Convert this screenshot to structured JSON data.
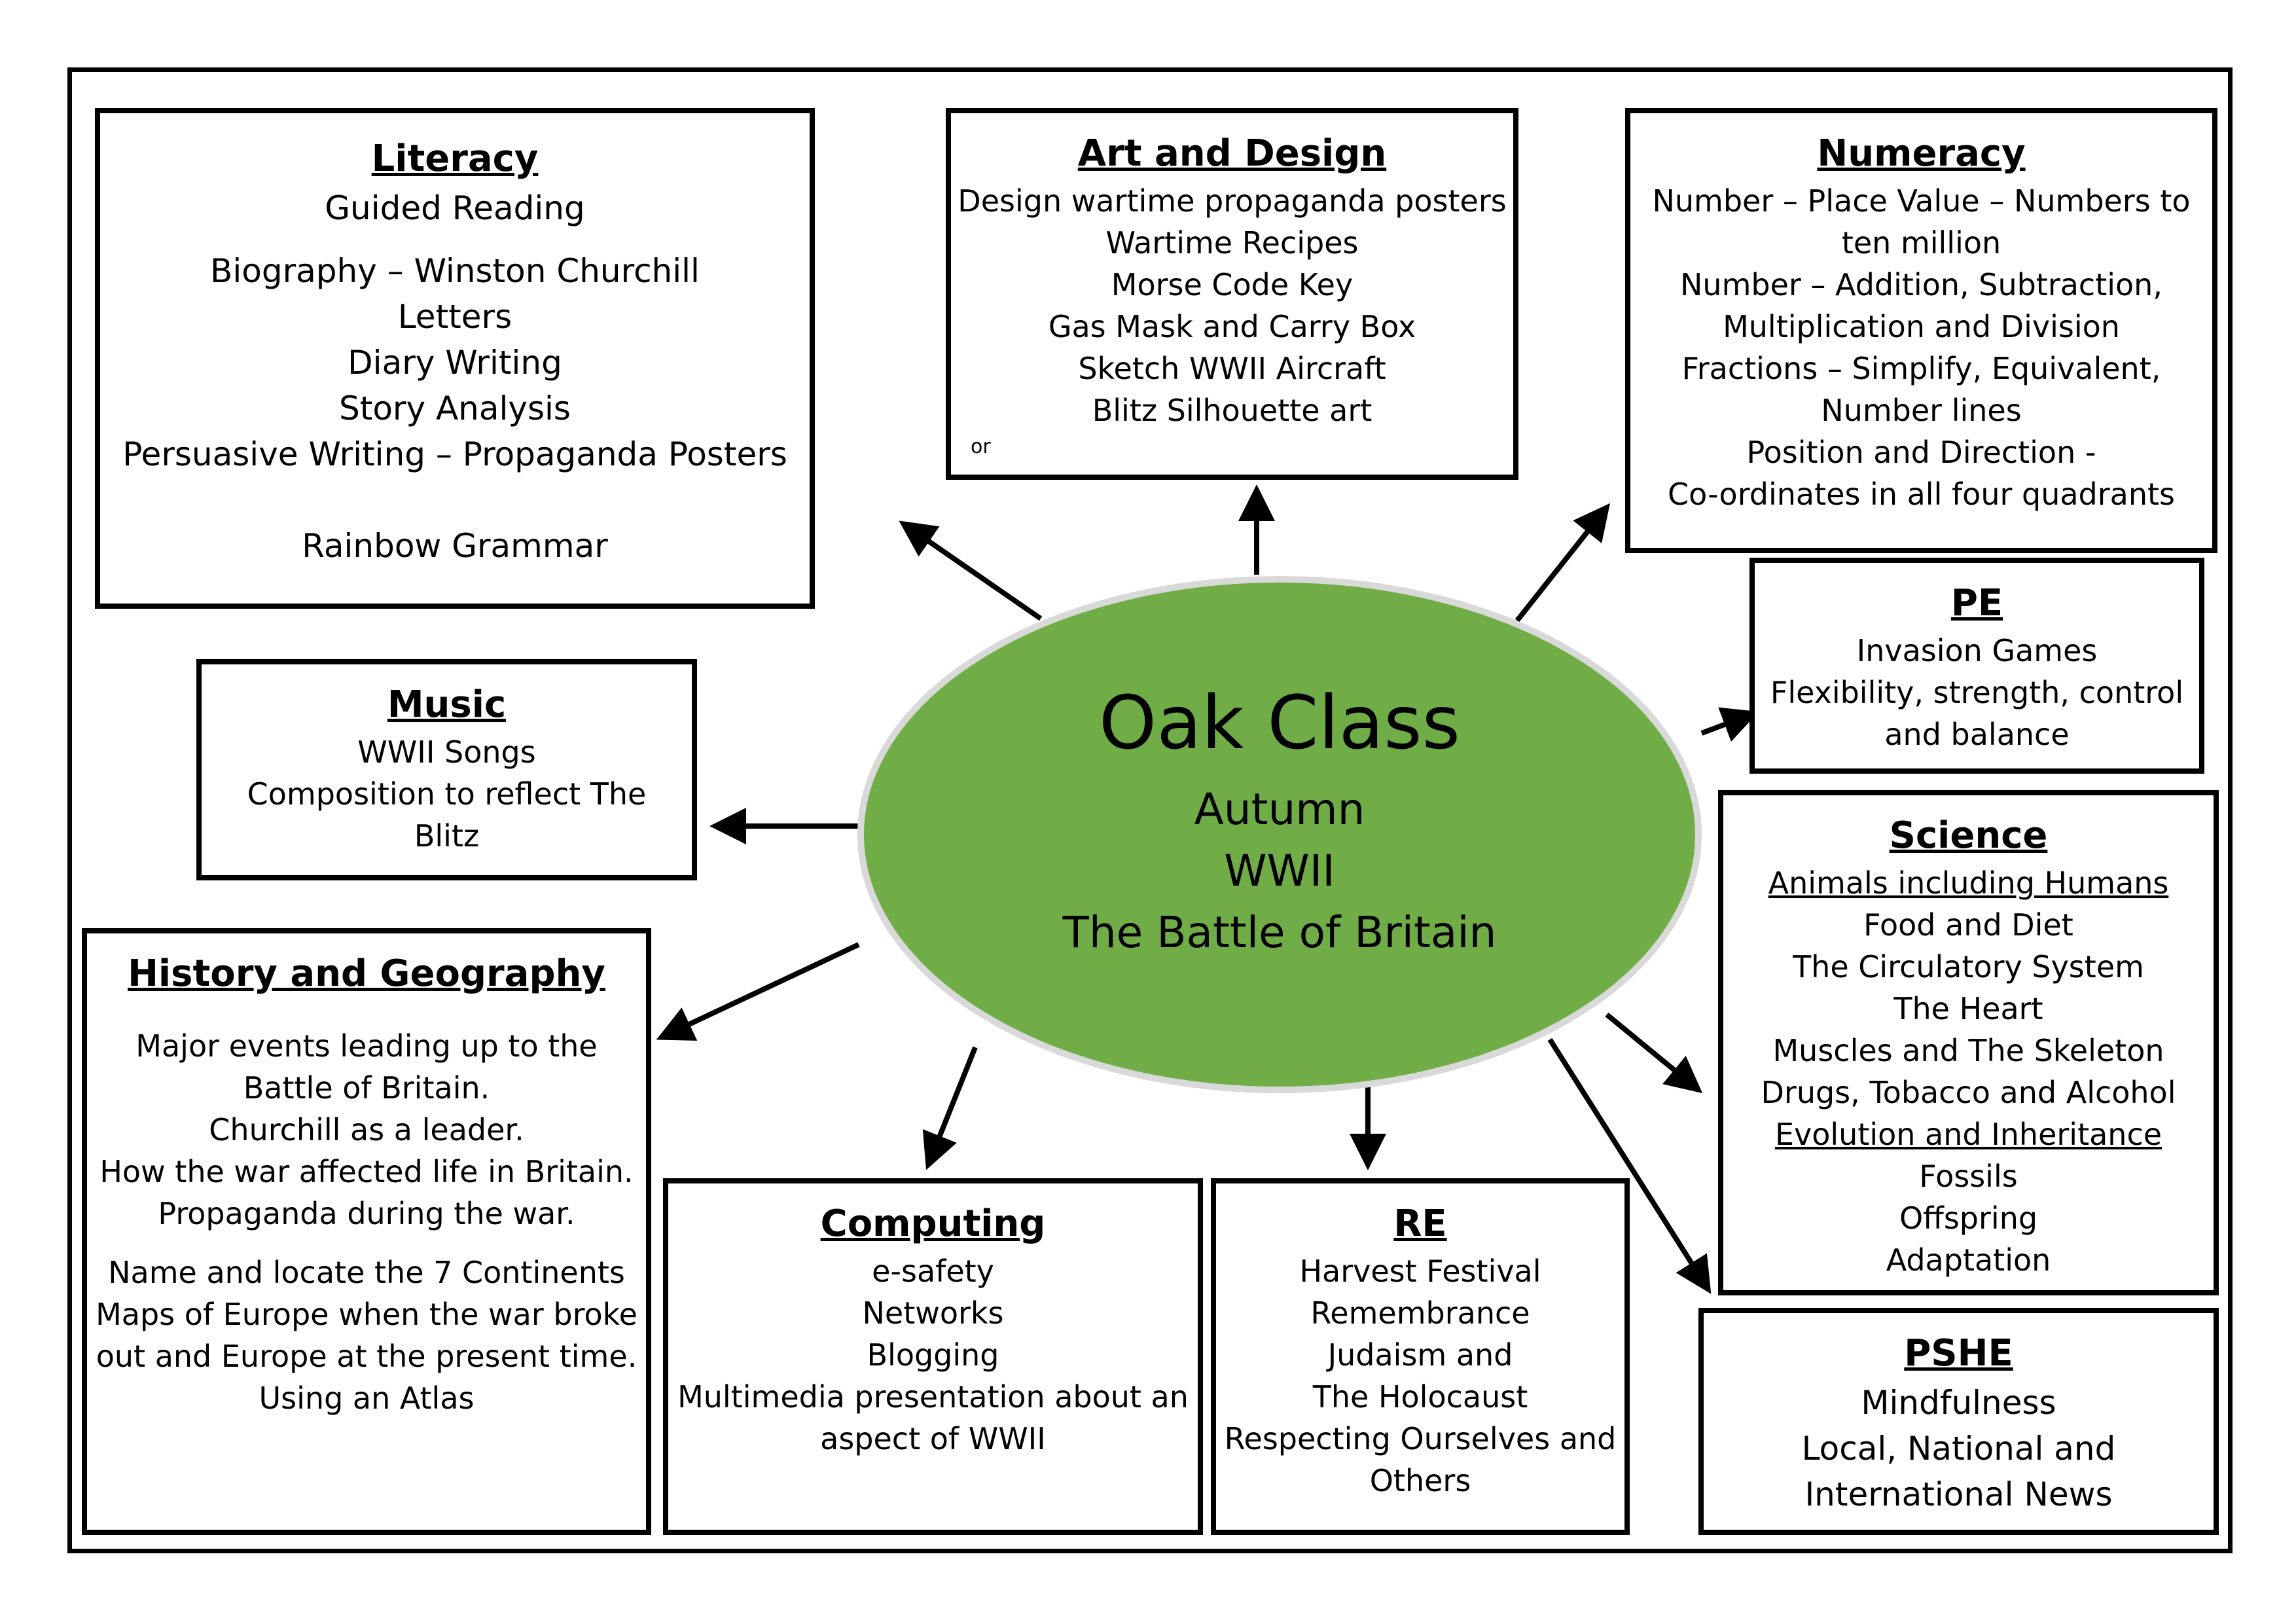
{
  "center": {
    "title": "Oak Class",
    "lines": [
      "Autumn",
      "WWII",
      "The Battle of Britain"
    ]
  },
  "literacy": {
    "title": "Literacy",
    "lines": [
      "Guided Reading",
      "Biography – Winston Churchill",
      "Letters",
      "Diary Writing",
      "Story Analysis",
      "Persuasive Writing – Propaganda Posters",
      "Rainbow Grammar"
    ]
  },
  "art": {
    "title": "Art and Design",
    "lines": [
      "Design wartime propaganda posters",
      "Wartime Recipes",
      "Morse Code Key",
      "Gas Mask and Carry Box",
      "Sketch WWII Aircraft",
      "Blitz Silhouette art"
    ],
    "note": "or"
  },
  "numeracy": {
    "title": "Numeracy",
    "lines": [
      "Number – Place Value – Numbers to",
      "ten million",
      "Number – Addition, Subtraction,",
      "Multiplication and Division",
      "Fractions – Simplify, Equivalent,",
      "Number lines",
      "Position and Direction -",
      "Co-ordinates in all four quadrants"
    ]
  },
  "pe": {
    "title": "PE",
    "lines": [
      "Invasion Games",
      "Flexibility, strength, control",
      "and balance"
    ]
  },
  "music": {
    "title": "Music",
    "lines": [
      "WWII Songs",
      "Composition to reflect The",
      "Blitz"
    ]
  },
  "science": {
    "title": "Science",
    "lines": [
      "Animals including Humans",
      "Food and Diet",
      "The Circulatory System",
      "The Heart",
      "Muscles and The Skeleton",
      "Drugs, Tobacco and Alcohol",
      "Evolution and Inheritance",
      "Fossils",
      "Offspring",
      "Adaptation"
    ]
  },
  "history": {
    "title": "History and Geography",
    "lines": [
      "Major events leading up to the",
      "Battle of Britain.",
      "Churchill as a leader.",
      "How the war affected life in Britain.",
      "Propaganda during the war.",
      "Name and locate the 7 Continents",
      "Maps of Europe when the war broke",
      "out and Europe at the present time.",
      "Using an Atlas"
    ]
  },
  "computing": {
    "title": "Computing",
    "lines": [
      "e-safety",
      "Networks",
      "Blogging",
      "Multimedia presentation about an",
      "aspect of WWII"
    ]
  },
  "re": {
    "title": "RE",
    "lines": [
      "Harvest Festival",
      "Remembrance",
      "Judaism and",
      "The Holocaust",
      "Respecting Ourselves and",
      "Others"
    ]
  },
  "pshe": {
    "title": "PSHE",
    "lines": [
      "Mindfulness",
      "Local, National and",
      "International News"
    ]
  },
  "colors": {
    "ellipse_fill": "#70ad47",
    "ellipse_stroke": "#d9d9d9",
    "border": "#000000"
  }
}
